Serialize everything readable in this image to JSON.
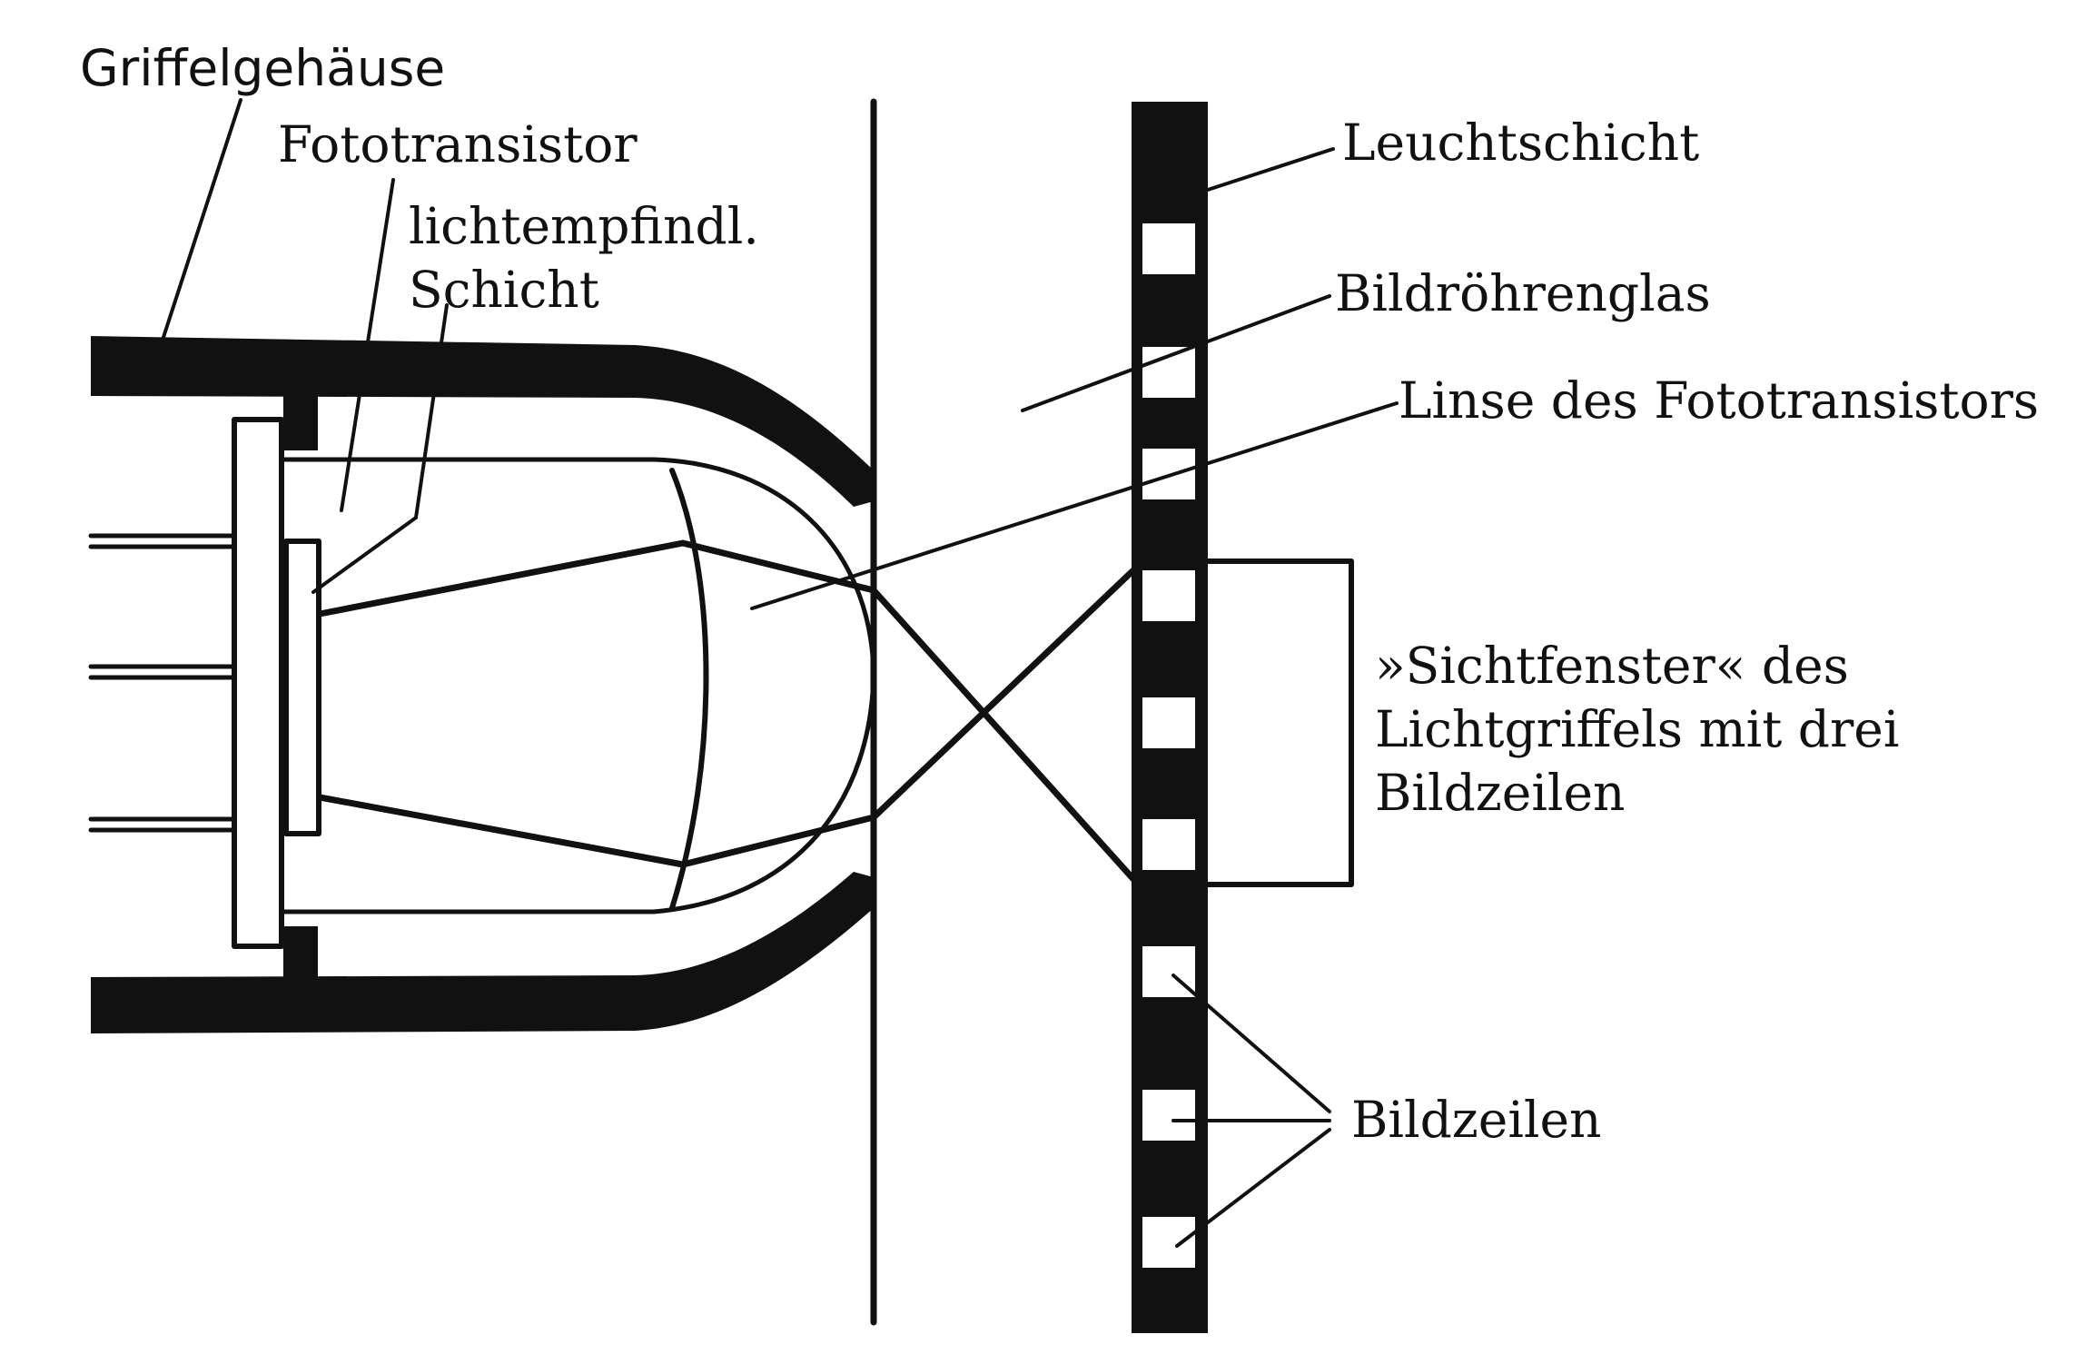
{
  "labels": {
    "housing": "Griffelgehäuse",
    "phototransistor": "Fototransistor",
    "sensitive_layer_line1": "lichtempfindl.",
    "sensitive_layer_line2": "Schicht",
    "phosphor_layer": "Leuchtschicht",
    "tube_glass": "Bildröhrenglas",
    "lens": "Linse des Fototransistors",
    "window_line1": "»Sichtfenster« des",
    "window_line2": "Lichtgriffels mit drei",
    "window_line3": "Bildzeilen",
    "scan_lines": "Bildzeilen"
  },
  "colors": {
    "ink": "#111111",
    "paper": "#ffffff"
  }
}
